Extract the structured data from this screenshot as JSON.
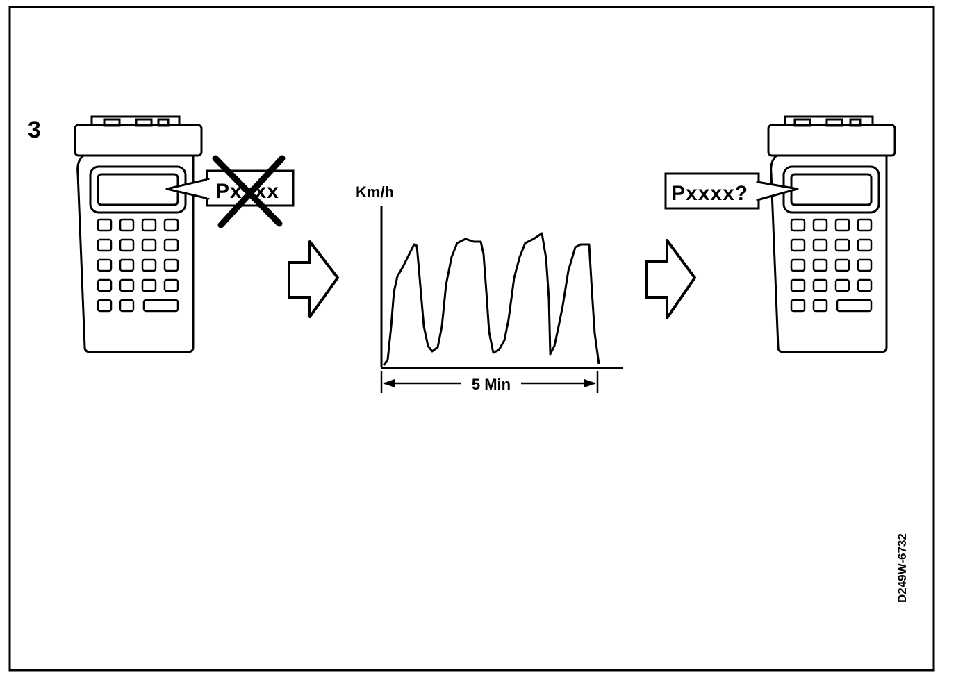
{
  "step_number": "3",
  "left_device": {
    "display_code": "Pxxxx",
    "crossed_out": true
  },
  "speed_chart": {
    "ylabel": "Km/h",
    "duration_label": "5 Min"
  },
  "right_device": {
    "display_code": "Pxxxx?"
  },
  "figure_id": "D249W-6732",
  "colors": {
    "ink": "#000000",
    "paper": "#ffffff"
  },
  "icons": [
    "handheld-tester-icon",
    "right-arrow-icon",
    "cross-out-icon"
  ]
}
